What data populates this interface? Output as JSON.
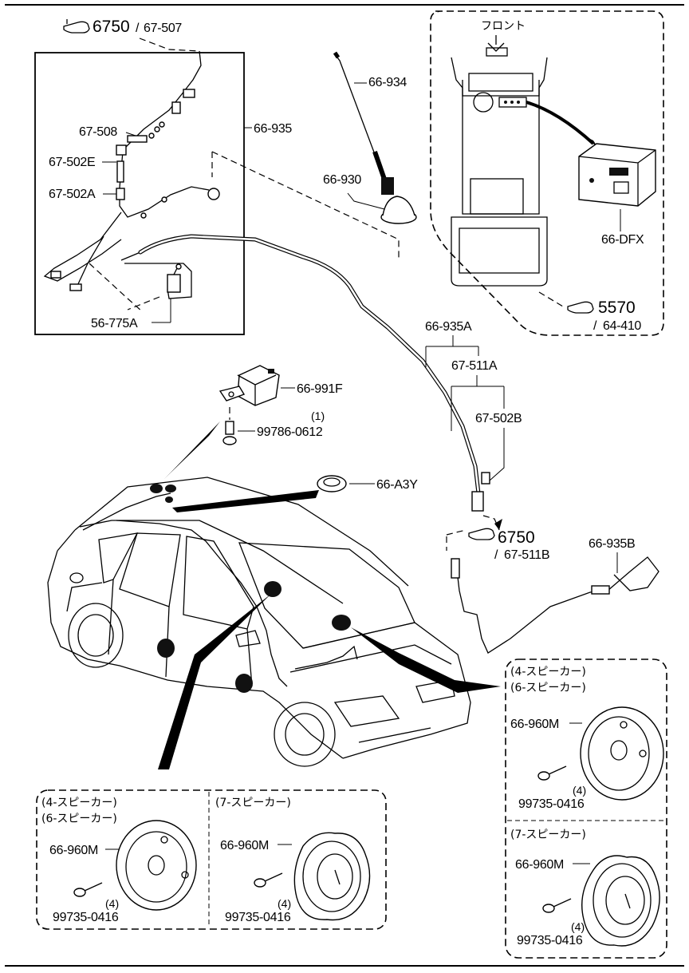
{
  "refs": {
    "top_left": {
      "main": "6750",
      "sub": "67-507"
    },
    "right_top": {
      "main": "5570",
      "sub": "64-410"
    },
    "mid_right": {
      "main": "6750",
      "sub": "67-511B"
    }
  },
  "front_label": "フロント",
  "parts": {
    "p66_935": "66-935",
    "p67_508": "67-508",
    "p67_502E": "67-502E",
    "p67_502A": "67-502A",
    "p56_775A": "56-775A",
    "p66_934": "66-934",
    "p66_930": "66-930",
    "p66_DFX": "66-DFX",
    "p66_935A": "66-935A",
    "p67_511A": "67-511A",
    "p67_502B": "67-502B",
    "p66_991F": "66-991F",
    "p99786_0612": "99786-0612",
    "qty_1": "(1)",
    "p66_A3Y": "66-A3Y",
    "p66_935B": "66-935B"
  },
  "speaker_panels": {
    "right_upper": {
      "line1": "(4-スピーカー)",
      "line2": "(6-スピーカー)",
      "part": "66-960M",
      "screw": "99735-0416",
      "qty": "(4)"
    },
    "right_lower": {
      "line1": "(7-スピーカー)",
      "part": "66-960M",
      "screw": "99735-0416",
      "qty": "(4)"
    },
    "bottom_left": {
      "line1": "(4-スピーカー)",
      "line2": "(6-スピーカー)",
      "part": "66-960M",
      "screw": "99735-0416",
      "qty": "(4)"
    },
    "bottom_mid": {
      "line1": "(7-スピーカー)",
      "part": "66-960M",
      "screw": "99735-0416",
      "qty": "(4)"
    }
  },
  "icons": [
    "pointing-hand-icon",
    "front-arrow-icon"
  ]
}
